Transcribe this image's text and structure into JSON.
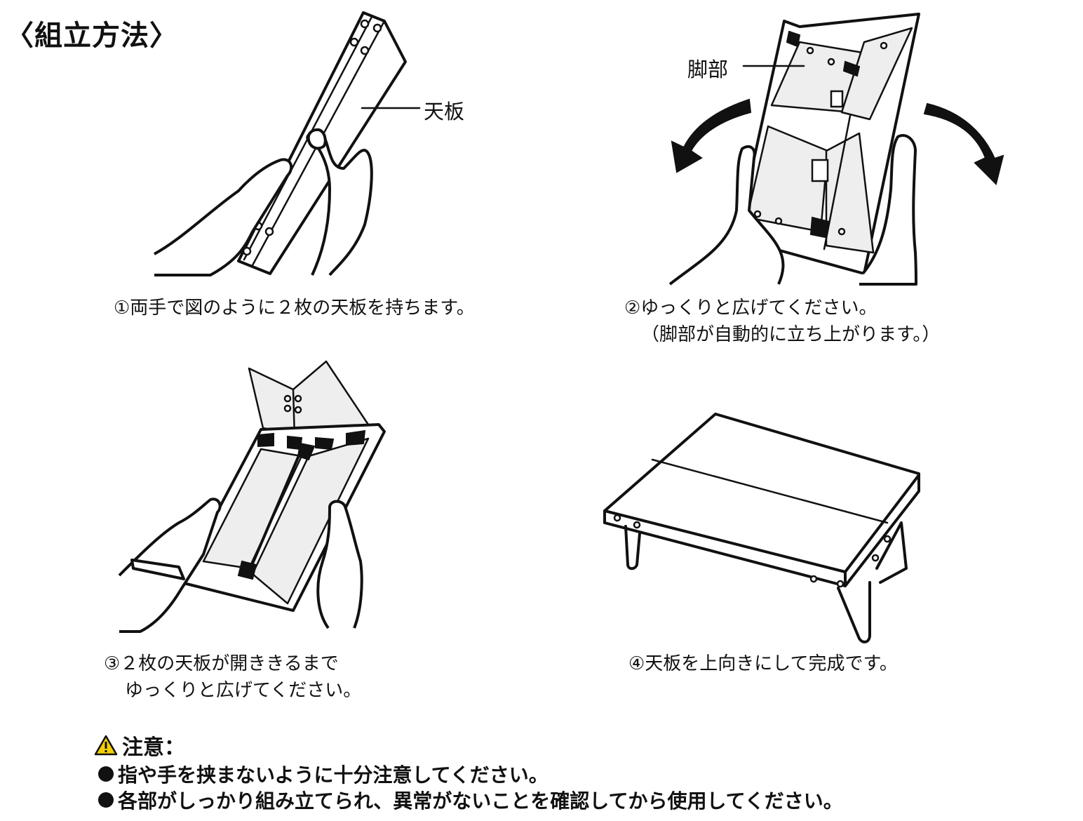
{
  "title": "〈組立方法〉",
  "labels": {
    "tenban": "天板",
    "kyakubu": "脚部"
  },
  "steps": [
    {
      "lines": [
        "①両手で図のように２枚の天板を持ちます。"
      ]
    },
    {
      "lines": [
        "②ゆっくりと広げてください。",
        "（脚部が自動的に立ち上がります。）"
      ]
    },
    {
      "lines": [
        "③２枚の天板が開ききるまで",
        "ゆっくりと広げてください。"
      ]
    },
    {
      "lines": [
        "④天板を上向きにして完成です。"
      ]
    }
  ],
  "caution": {
    "heading": "注意：",
    "items": [
      "指や手を挟まないように十分注意してください。",
      "各部がしっかり組み立てられ、異常がないことを確認してから使用してください。"
    ]
  },
  "icons": {
    "warning": "warning-triangle-icon",
    "arrow_left": "curved-arrow-left-icon",
    "arrow_right": "curved-arrow-right-icon"
  }
}
